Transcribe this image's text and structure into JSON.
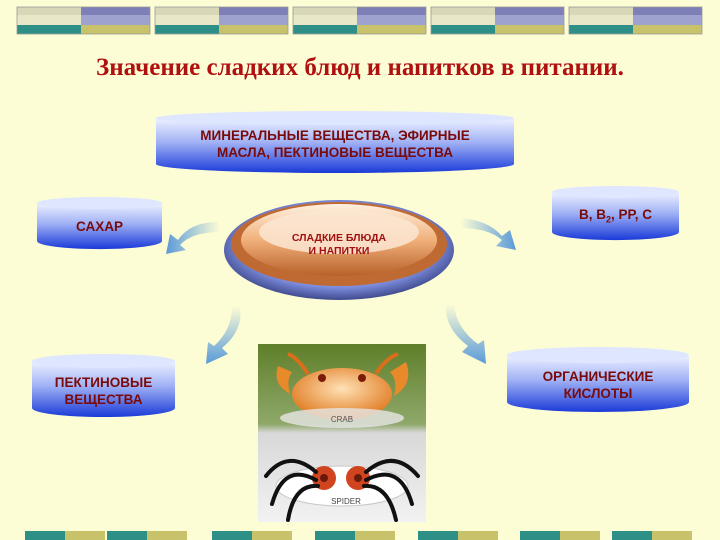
{
  "title": "Значение сладких блюд и напитков в питании.",
  "center": {
    "line1": "СЛАДКИЕ БЛЮДА",
    "line2": "И НАПИТКИ"
  },
  "nodes": {
    "minerals": {
      "line1": "МИНЕРАЛЬНЫЕ ВЕЩЕСТВА, ЭФИРНЫЕ",
      "line2": "МАСЛА, ПЕКТИНОВЫЕ ВЕЩЕСТВА"
    },
    "sugar": {
      "label": "САХАР"
    },
    "vitamins": {
      "prefix": "В, В",
      "subscript": "2",
      "suffix": ", РР, С"
    },
    "pectin": {
      "line1": "ПЕКТИНОВЫЕ",
      "line2": "ВЕЩЕСТВА"
    },
    "acids": {
      "line1": "ОРГАНИЧЕСКИЕ",
      "line2": "КИСЛОТЫ"
    }
  },
  "photo": {
    "label_top": "CRAB",
    "label_bottom": "SPIDER"
  },
  "colors": {
    "title": "#b01010",
    "label": "#7a0a0a",
    "cylinder_light": "#eef2ff",
    "cylinder_dark": "#1a3ad8",
    "background": "#fdfdd5"
  }
}
